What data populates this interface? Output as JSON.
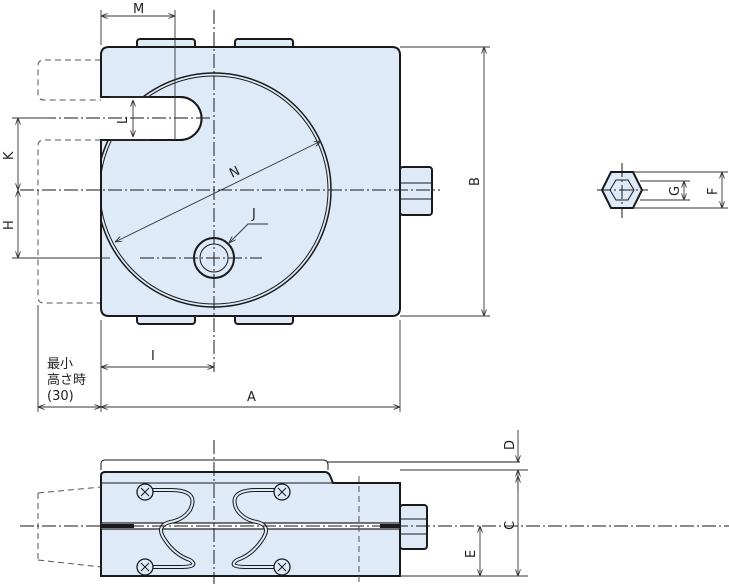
{
  "labels": {
    "M": "M",
    "L": "L",
    "K": "K",
    "H": "H",
    "N": "N",
    "J": "J",
    "B": "B",
    "I": "I",
    "A": "A",
    "G": "G",
    "F": "F",
    "D": "D",
    "C": "C",
    "E": "E",
    "min_height_line1": "最小",
    "min_height_line2": "高さ時",
    "min_height_value": "(30)"
  },
  "colors": {
    "body_fill": "#dfeaf8",
    "line": "#1a1a1a"
  }
}
